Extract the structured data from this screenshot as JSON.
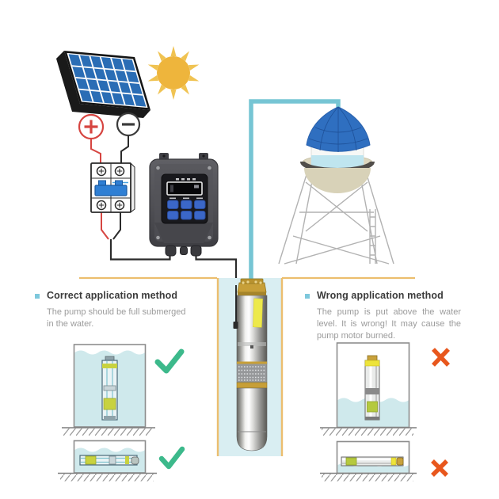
{
  "sections": {
    "correct": {
      "title": "Correct application method",
      "body": "The pump should be full submerged\nin the water."
    },
    "wrong": {
      "title": "Wrong application method",
      "body": "The pump is put above the water level. It is wrong! It may cause the pump motor burned."
    }
  },
  "icons": {
    "sun": "sun-icon",
    "plus_terminal": "plus-terminal-icon",
    "minus_terminal": "minus-terminal-icon",
    "check": "check-icon",
    "cross": "cross-icon",
    "check_glyph": "✓",
    "cross_glyph": "✕",
    "plus_glyph": "+",
    "minus_glyph": "−"
  },
  "components": [
    "solar-panel",
    "sun",
    "plus-terminal",
    "minus-terminal",
    "circuit-breaker",
    "pump-controller",
    "water-tower",
    "water-pipe",
    "well",
    "submersible-pump",
    "correct-tank-vertical",
    "correct-tank-horizontal",
    "wrong-tank-vertical",
    "wrong-tank-horizontal"
  ],
  "colors": {
    "panel_cell_blue": "#2A6DB5",
    "sun_yellow": "#EEB53C",
    "ray_yellow": "#F0C352",
    "plus_red": "#D64541",
    "wire_black": "#2B2B2B",
    "breaker_toggle_blue": "#2F7FD4",
    "controller_gray": "#505055",
    "button_blue": "#3B67C8",
    "pipe_teal": "#76C5D4",
    "ground_tan": "#ECBE6E",
    "well_water": "#D9EEF2",
    "tower_roof_blue": "#2F6FC0",
    "tank_water": "#BFE5EF",
    "brass": "#C79F38",
    "label_yellow": "#EDE94B",
    "check_green": "#3CB98B",
    "cross_orange": "#E8571D",
    "bullet_teal": "#7EC8DC",
    "heading_text": "#3B3B3B",
    "body_text": "#9B9B9B"
  }
}
